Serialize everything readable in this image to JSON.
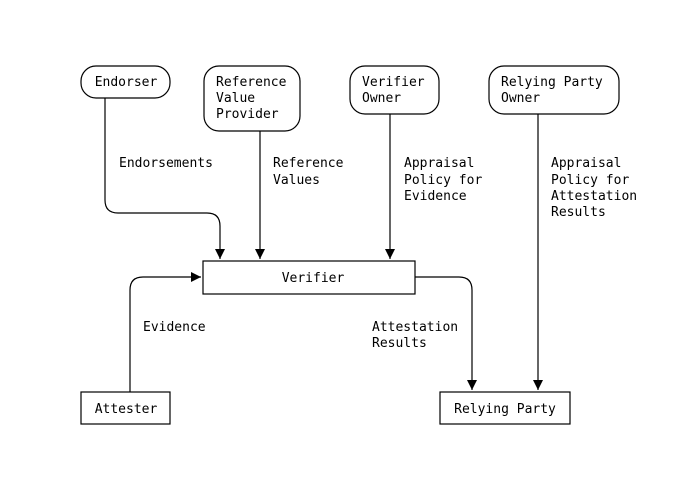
{
  "nodes": {
    "endorser": {
      "lines": [
        "Endorser"
      ]
    },
    "reference_value_provider": {
      "lines": [
        "Reference",
        "Value",
        "Provider"
      ]
    },
    "verifier_owner": {
      "lines": [
        "Verifier",
        "Owner"
      ]
    },
    "relying_party_owner": {
      "lines": [
        "Relying Party",
        "Owner"
      ]
    },
    "verifier": {
      "lines": [
        "Verifier"
      ]
    },
    "attester": {
      "lines": [
        "Attester"
      ]
    },
    "relying_party": {
      "lines": [
        "Relying Party"
      ]
    }
  },
  "edges": {
    "endorsements": {
      "lines": [
        "Endorsements"
      ]
    },
    "reference_values": {
      "lines": [
        "Reference",
        "Values"
      ]
    },
    "appraisal_policy_evidence": {
      "lines": [
        "Appraisal",
        "Policy for",
        "Evidence"
      ]
    },
    "appraisal_policy_results": {
      "lines": [
        "Appraisal",
        "Policy for",
        "Attestation",
        "Results"
      ]
    },
    "evidence": {
      "lines": [
        "Evidence"
      ]
    },
    "attestation_results": {
      "lines": [
        "Attestation",
        "Results"
      ]
    }
  }
}
